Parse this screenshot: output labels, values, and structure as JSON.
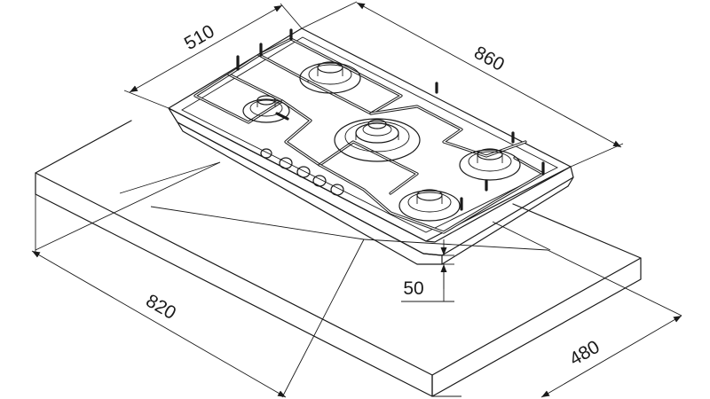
{
  "dimensions": {
    "hob_depth": "510",
    "hob_width": "860",
    "hob_height": "50",
    "cutout_width": "820",
    "cutout_depth": "480"
  },
  "colors": {
    "line": "#1a1a1a",
    "background": "#ffffff"
  }
}
